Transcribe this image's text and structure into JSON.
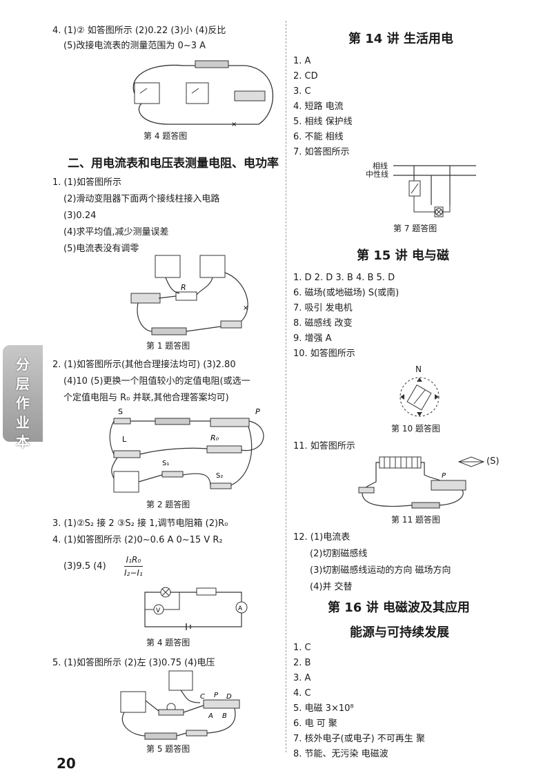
{
  "left": {
    "q4a_line1": "4. (1)② 如答图所示 (2)0.22 (3)小 (4)反比",
    "q4a_line2": "(5)改接电流表的测量范围为 0~3 A",
    "cap_fig4a": "第 4 题答图",
    "section2_title": "二、用电流表和电压表测量电阻、电功率",
    "q1_lines": [
      "1. (1)如答图所示",
      "(2)滑动变阻器下面两个接线柱接入电路",
      "(3)0.24",
      "(4)求平均值,减少测量误差",
      "(5)电流表没有调零"
    ],
    "cap_fig1": "第 1 题答图",
    "q2_lines": [
      "2. (1)如答图所示(其他合理接法均可) (3)2.80",
      "(4)10 (5)更换一个阻值较小的定值电阻(或选一",
      "个定值电阻与 R₀ 并联,其他合理答案均可)"
    ],
    "cap_fig2": "第 2 题答图",
    "q3_line": "3. (1)②S₂ 接 2 ③S₂ 接 1,调节电阻箱 (2)R₀",
    "q4b_line1": "4. (1)如答图所示 (2)0~0.6 A 0~15 V R₂",
    "q4b_line2": "(3)9.5 (4)",
    "q4b_frac_num": "I₁R₀",
    "q4b_frac_den": "I₂−I₁",
    "cap_fig4b": "第 4 题答图",
    "q5_line": "5. (1)如答图所示 (2)左 (3)0.75 (4)电压",
    "cap_fig5": "第 5 题答图"
  },
  "right": {
    "lecture14_title": "第 14 讲 生活用电",
    "l14_items": [
      "1. A",
      "2. CD",
      "3. C",
      "4. 短路 电流",
      "5. 相线 保护线",
      "6. 不能 相线",
      "7. 如答图所示"
    ],
    "fig7_live": "相线",
    "fig7_neutral": "中性线",
    "cap_fig7": "第 7 题答图",
    "lecture15_title": "第 15 讲 电与磁",
    "l15_items": [
      "1. D 2. D 3. B 4. B 5. D",
      "6. 磁场(或地磁场) S(或南)",
      "7. 吸引 发电机",
      "8. 磁感线 改变",
      "9. 增强 A",
      "10. 如答图所示"
    ],
    "fig10_n": "N",
    "cap_fig10": "第 10 题答图",
    "q11_line": "11. 如答图所示",
    "fig11_s": "(S)",
    "cap_fig11": "第 11 题答图",
    "q12_lines": [
      "12. (1)电流表",
      "(2)切割磁感线",
      "(3)切割磁感线运动的方向 磁场方向",
      "(4)并 交替"
    ],
    "lecture16_title_1": "第 16 讲 电磁波及其应用",
    "lecture16_title_2": "能源与可持续发展",
    "l16_items": [
      "1. C",
      "2. B",
      "3. A",
      "4. C",
      "5. 电磁 3×10⁸",
      "6. 电 可 聚",
      "7. 核外电子(或电子) 不可再生 聚",
      "8. 节能、无污染 电磁波"
    ]
  },
  "side_tab": "分层作业本",
  "page_number": "20"
}
